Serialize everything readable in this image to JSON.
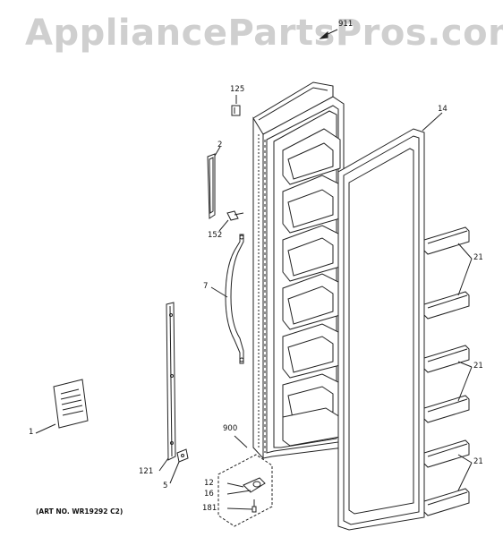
{
  "watermark": "AppliancePartsPros.com",
  "art_number": "(ART NO. WR19292 C2)",
  "callouts": {
    "c911": "911",
    "c125": "125",
    "c14": "14",
    "c2": "2",
    "c152": "152",
    "c7": "7",
    "c21a": "21",
    "c21b": "21",
    "c21c": "21",
    "c1": "1",
    "c900": "900",
    "c121": "121",
    "c5": "5",
    "c12": "12",
    "c16": "16",
    "c181": "181"
  }
}
